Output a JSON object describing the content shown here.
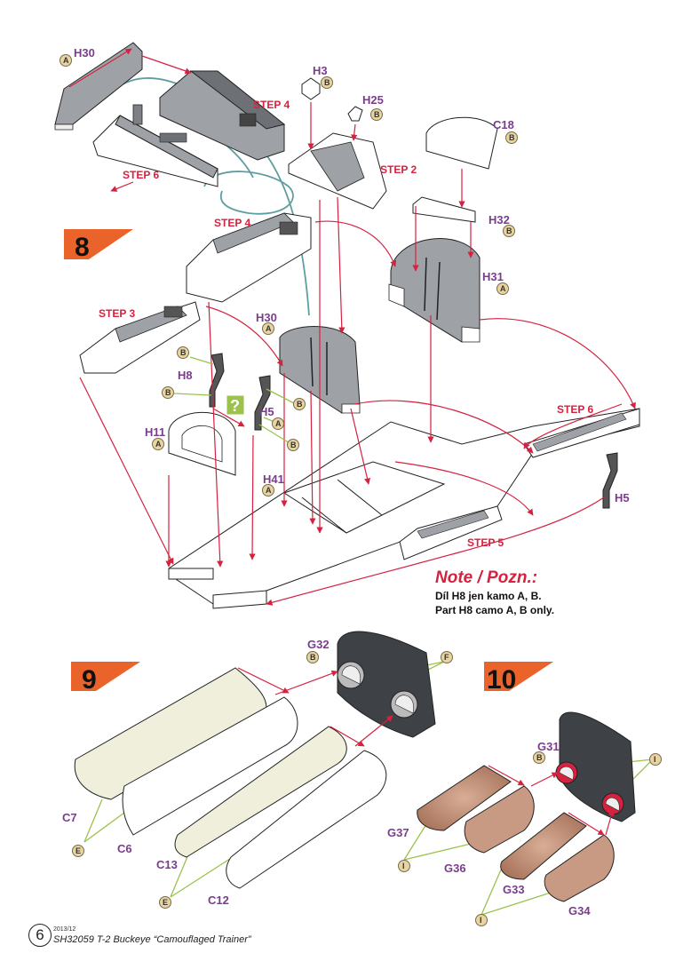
{
  "steps": [
    {
      "number": "8"
    },
    {
      "number": "9"
    },
    {
      "number": "10"
    }
  ],
  "step_refs": {
    "step4_a": "STEP 4",
    "step6_a": "STEP 6",
    "step2": "STEP 2",
    "step4_b": "STEP 4",
    "step3": "STEP 3",
    "step6_b": "STEP 6",
    "step5": "STEP 5"
  },
  "parts": {
    "h30_a": "H30",
    "h3": "H3",
    "h25": "H25",
    "c18": "C18",
    "h32": "H32",
    "h31": "H31",
    "h30_b": "H30",
    "h8": "H8",
    "h5_a": "H5",
    "h11": "H11",
    "h41": "H41",
    "h5_b": "H5",
    "g32": "G32",
    "c7": "C7",
    "c6": "C6",
    "c13": "C13",
    "c12": "C12",
    "g31": "G31",
    "g37": "G37",
    "g36": "G36",
    "g33": "G33",
    "g34": "G34"
  },
  "paint_callouts": {
    "h30_a": "A",
    "h3": "B",
    "h25": "B",
    "c18": "B",
    "h32": "B",
    "h31": "A",
    "h30_b": "A",
    "h8_1": "B",
    "h8_2": "B",
    "h5_1": "A",
    "h5_2": "B",
    "h5_3": "B",
    "h11": "A",
    "h41": "A",
    "g32": "B",
    "f": "F",
    "c7_c6": "E",
    "c13_c12": "E",
    "g31": "B",
    "i_top": "I",
    "i_g37": "I",
    "i_g33": "I"
  },
  "question_mark": "?",
  "note": {
    "title": "Note / Pozn.:",
    "line1": "Díl H8 jen kamo A, B.",
    "line2": "Part H8 camo A, B only."
  },
  "footer": {
    "page_number": "6",
    "date": "2013/12",
    "title": "SH32059 T-2 Buckeye “Camouflaged Trainer”"
  },
  "colors": {
    "gray_panel": "#9ea2a6",
    "dark_panel": "#3e4246",
    "cream": "#efefdc",
    "copper": "#c99a83",
    "arrow_red": "#d6213f",
    "leader_green": "#9bc24c",
    "teal_path": "#5f9ea0",
    "step_flag": "#e9632a"
  }
}
